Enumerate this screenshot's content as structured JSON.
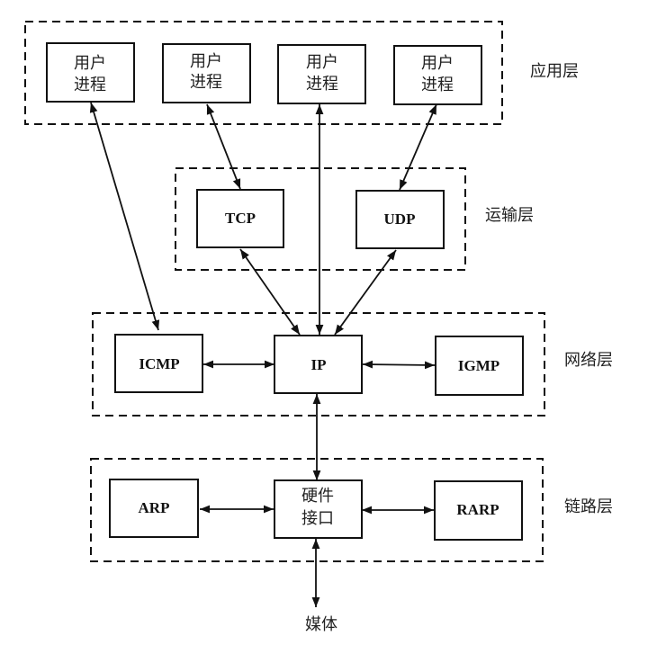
{
  "diagram": {
    "layers": [
      {
        "id": "application",
        "label": "应用层"
      },
      {
        "id": "transport",
        "label": "运输层"
      },
      {
        "id": "network",
        "label": "网络层"
      },
      {
        "id": "link",
        "label": "链路层"
      }
    ],
    "nodes": {
      "user1": {
        "line1": "用户",
        "line2": "进程"
      },
      "user2": {
        "line1": "用户",
        "line2": "进程"
      },
      "user3": {
        "line1": "用户",
        "line2": "进程"
      },
      "user4": {
        "line1": "用户",
        "line2": "进程"
      },
      "tcp": {
        "label": "TCP"
      },
      "udp": {
        "label": "UDP"
      },
      "icmp": {
        "label": "ICMP"
      },
      "ip": {
        "label": "IP"
      },
      "igmp": {
        "label": "IGMP"
      },
      "arp": {
        "label": "ARP"
      },
      "hw": {
        "line1": "硬件",
        "line2": "接口"
      },
      "rarp": {
        "label": "RARP"
      }
    },
    "media_label": "媒体",
    "edges": [
      {
        "from": "user1",
        "to": "icmp",
        "bidirectional": true
      },
      {
        "from": "user2",
        "to": "tcp",
        "bidirectional": true
      },
      {
        "from": "user3",
        "to": "ip",
        "bidirectional": true
      },
      {
        "from": "user4",
        "to": "udp",
        "bidirectional": true
      },
      {
        "from": "tcp",
        "to": "ip",
        "bidirectional": true
      },
      {
        "from": "udp",
        "to": "ip",
        "bidirectional": true
      },
      {
        "from": "icmp",
        "to": "ip",
        "bidirectional": true
      },
      {
        "from": "ip",
        "to": "igmp",
        "bidirectional": true
      },
      {
        "from": "ip",
        "to": "hw",
        "bidirectional": true
      },
      {
        "from": "arp",
        "to": "hw",
        "bidirectional": true
      },
      {
        "from": "hw",
        "to": "rarp",
        "bidirectional": true
      },
      {
        "from": "hw",
        "to": "media",
        "bidirectional": true
      }
    ]
  }
}
